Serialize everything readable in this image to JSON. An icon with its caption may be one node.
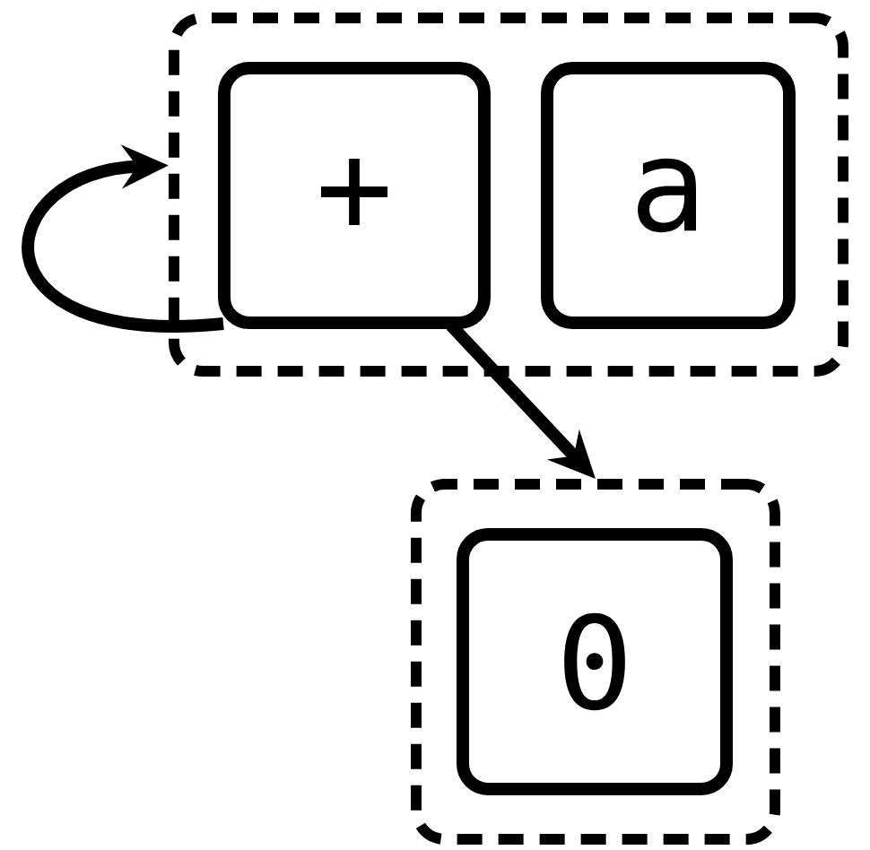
{
  "diagram": {
    "nodes": [
      {
        "text": [],
        "shape": "box"
      },
      {
        "text": [
          "+"
        ],
        "in": 0
      },
      {
        "text": [
          "a"
        ],
        "in": 0
      },
      {
        "text": [],
        "shape": "box"
      },
      {
        "text": [
          "0"
        ],
        "in": 3
      }
    ],
    "edges": [
      {
        "from": 1,
        "to": 0,
        "arrow": "to"
      },
      {
        "from": 1,
        "to": 3,
        "arrow": "to"
      }
    ]
  }
}
